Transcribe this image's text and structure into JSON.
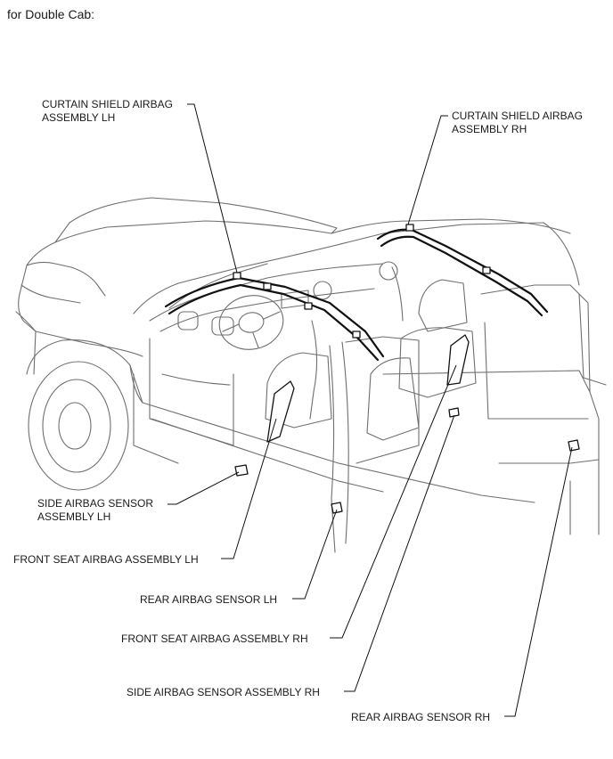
{
  "header": {
    "title": "for Double Cab:"
  },
  "labels": {
    "curtain_lh": [
      "CURTAIN SHIELD AIRBAG",
      "ASSEMBLY LH"
    ],
    "curtain_rh": [
      "CURTAIN SHIELD AIRBAG",
      "ASSEMBLY RH"
    ],
    "side_sensor_lh": [
      "SIDE AIRBAG SENSOR",
      "ASSEMBLY LH"
    ],
    "front_seat_lh": "FRONT SEAT AIRBAG ASSEMBLY LH",
    "rear_sensor_lh": "REAR AIRBAG SENSOR LH",
    "front_seat_rh": "FRONT SEAT AIRBAG ASSEMBLY RH",
    "side_sensor_rh": "SIDE AIRBAG SENSOR ASSEMBLY RH",
    "rear_sensor_rh": "REAR AIRBAG SENSOR RH"
  }
}
